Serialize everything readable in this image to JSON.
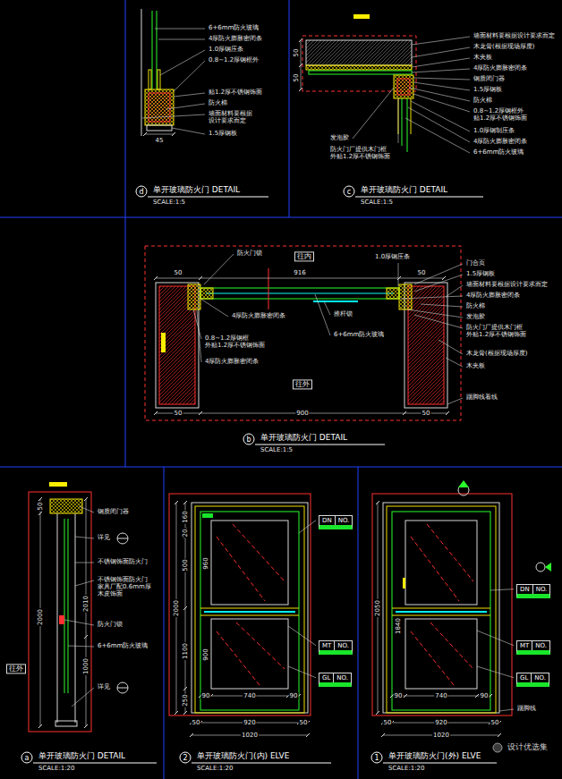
{
  "diagram": {
    "nodes": [
      {
        "text": [
          "d"
        ]
      },
      {
        "text": [
          "c"
        ]
      },
      {
        "text": [
          "b"
        ]
      },
      {
        "text": [
          "a"
        ]
      },
      {
        "text": [
          "2"
        ]
      },
      {
        "text": [
          "1"
        ]
      },
      {
        "text": [
          "DN",
          "NO."
        ]
      },
      {
        "text": [
          "MT",
          "NO."
        ]
      },
      {
        "text": [
          "GL",
          "NO."
        ]
      },
      {
        "text": [
          "DN",
          "NO."
        ]
      },
      {
        "text": [
          "MT",
          "NO."
        ]
      },
      {
        "text": [
          "GL",
          "NO."
        ]
      }
    ],
    "labels": [
      "6+6mm防火玻璃",
      "4厚防火膨胀密闭条",
      "1.0厚钢压条",
      "0.8~1.2厚钢框外",
      "贴1.2厚不锈钢饰面",
      "防火棉",
      "墙面材料要根据 设计要求而定",
      "1.5厚钢板",
      "45",
      "单开玻璃防火门 DETAIL",
      "SCALE:1:5",
      "墙面材料要根据设计要求而定",
      "木龙骨(根据现场厚度)",
      "木夹板",
      "4厚防火膨胀密闭条",
      "钢质闭门器",
      "1.5厚钢板",
      "防火棉",
      "0.8~1.2厚钢框外 贴1.2厚不锈钢饰面",
      "1.0厚钢制压条",
      "4厚防火膨胀密闭条",
      "6+6mm防火玻璃",
      "发泡胶",
      "防火门厂提供木门框 外贴1.2厚不锈钢饰面",
      "50",
      "50",
      "单开玻璃防火门 DETAIL",
      "SCALE:1:5",
      "防火门锁",
      "往内",
      "1.0厚钢压条",
      "50",
      "916",
      "50",
      "门合页",
      "1.5厚钢板",
      "墙面材料要根据设计要求而定",
      "4厚防火膨胀密闭条",
      "防火棉",
      "发泡胶",
      "防火门厂提供木门框 外贴1.2厚不锈钢饰面",
      "木龙骨(根据现场厚度)",
      "木夹板",
      "踢脚线看线",
      "4厚防火膨胀密闭条",
      "推杆锁",
      "6+6mm防火玻璃",
      "0.8~1.2厚钢框 外贴1.2厚不锈钢饰面",
      "4厚防火膨胀密闭条",
      "往外",
      "50",
      "900",
      "50",
      "单开玻璃防火门 DETAIL",
      "SCALE:1:5",
      "钢质闭门器",
      "详见",
      "不锈钢饰面防火门",
      "不锈钢饰面防火门 家具厂配0.6mm厚 木皮饰面",
      "防火门锁",
      "6+6mm防火玻璃",
      "详见",
      "50",
      "2000",
      "2010",
      "1000",
      "往外",
      "单开玻璃防火门 DETAIL",
      "SCALE:1:20",
      "160",
      "20",
      "500",
      "1100",
      "250",
      "2000",
      "960",
      "900",
      "90",
      "740",
      "90",
      "50",
      "920",
      "50",
      "1020",
      "单开玻璃防火门(内) ELVE",
      "SCALE:1:20",
      "2050",
      "1840",
      "90",
      "740",
      "90",
      "50",
      "920",
      "50",
      "1020",
      "踢脚线",
      "单开玻璃防火门(外) ELVE",
      "SCALE:1:20",
      "设计优选集"
    ]
  }
}
